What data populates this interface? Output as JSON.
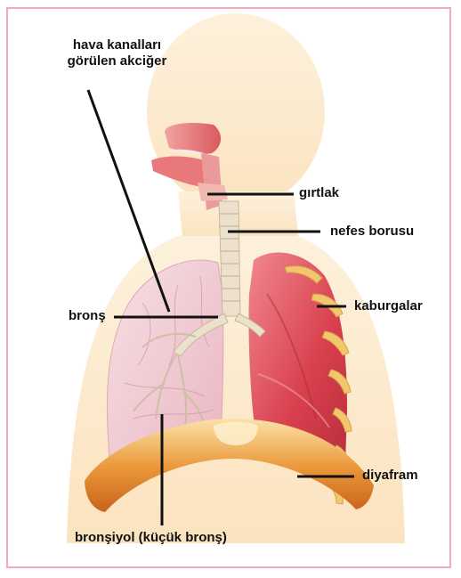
{
  "labels": {
    "air_passages_line1": "hava kanalları",
    "air_passages_line2": "görülen akciğer",
    "larynx": "gırtlak",
    "trachea": "nefes borusu",
    "bronchus": "bronş",
    "ribs": "kaburgalar",
    "diaphragm": "diyafram",
    "bronchiole": "bronşiyol (küçük bronş)"
  },
  "colors": {
    "border": "#f2a9b8",
    "body": "#fbe8c8",
    "lung_right": "#d84b57",
    "lung_left": "#f3d3da",
    "diaphragm": "#e6892e",
    "trachea": "#e8dcc6",
    "ribs": "#f0c46a"
  }
}
